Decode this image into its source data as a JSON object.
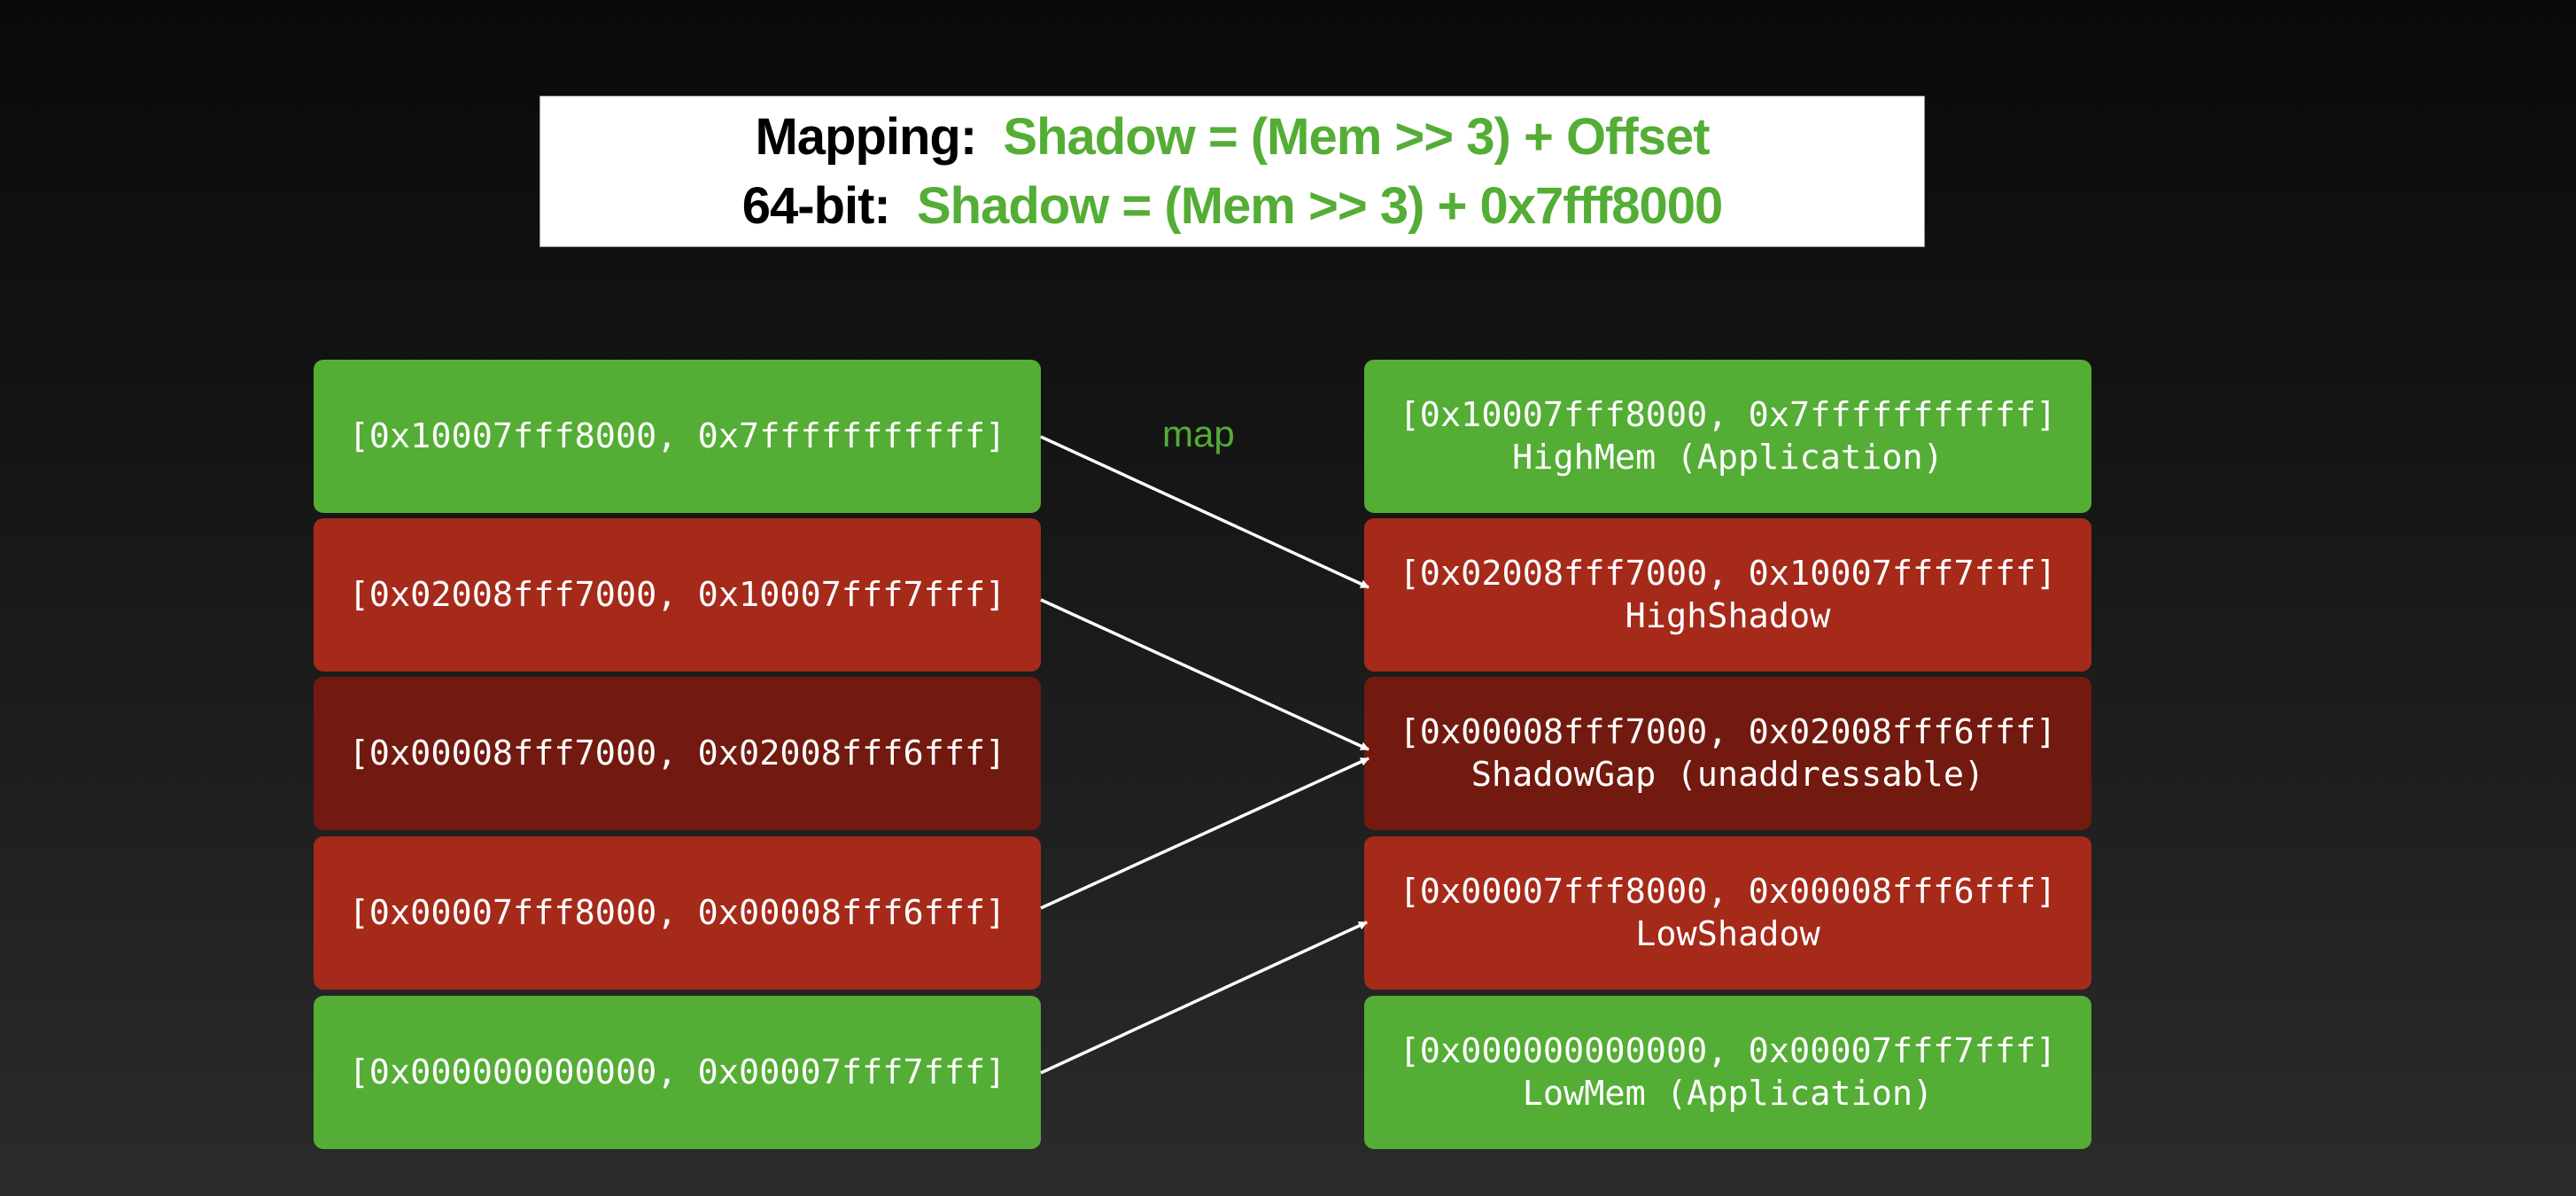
{
  "formula": {
    "line1_label": "Mapping:",
    "line1_expr": "Shadow = (Mem >> 3) + Offset",
    "line2_label": "64-bit:",
    "line2_expr": "Shadow = (Mem >> 3) + 0x7fff8000"
  },
  "map_label": "map",
  "colors": {
    "application": "#54ad35",
    "shadow": "#a52a1a",
    "gap": "#721a0f",
    "accent_text": "#54ad35"
  },
  "left_regions": [
    {
      "range": "[0x10007fff8000, 0x7fffffffffff]",
      "kind": "application"
    },
    {
      "range": "[0x02008fff7000, 0x10007fff7fff]",
      "kind": "shadow"
    },
    {
      "range": "[0x00008fff7000, 0x02008fff6fff]",
      "kind": "gap"
    },
    {
      "range": "[0x00007fff8000, 0x00008fff6fff]",
      "kind": "shadow"
    },
    {
      "range": "[0x000000000000, 0x00007fff7fff]",
      "kind": "application"
    }
  ],
  "right_regions": [
    {
      "range": "[0x10007fff8000, 0x7fffffffffff]",
      "name": "HighMem (Application)",
      "kind": "application"
    },
    {
      "range": "[0x02008fff7000, 0x10007fff7fff]",
      "name": "HighShadow",
      "kind": "shadow"
    },
    {
      "range": "[0x00008fff7000, 0x02008fff6fff]",
      "name": "ShadowGap (unaddressable)",
      "kind": "gap"
    },
    {
      "range": "[0x00007fff8000, 0x00008fff6fff]",
      "name": "LowShadow",
      "kind": "shadow"
    },
    {
      "range": "[0x000000000000, 0x00007fff7fff]",
      "name": "LowMem (Application)",
      "kind": "application"
    }
  ],
  "mappings": [
    {
      "from": 0,
      "to": 1
    },
    {
      "from": 1,
      "to": 2
    },
    {
      "from": 3,
      "to": 2
    },
    {
      "from": 4,
      "to": 3
    }
  ]
}
